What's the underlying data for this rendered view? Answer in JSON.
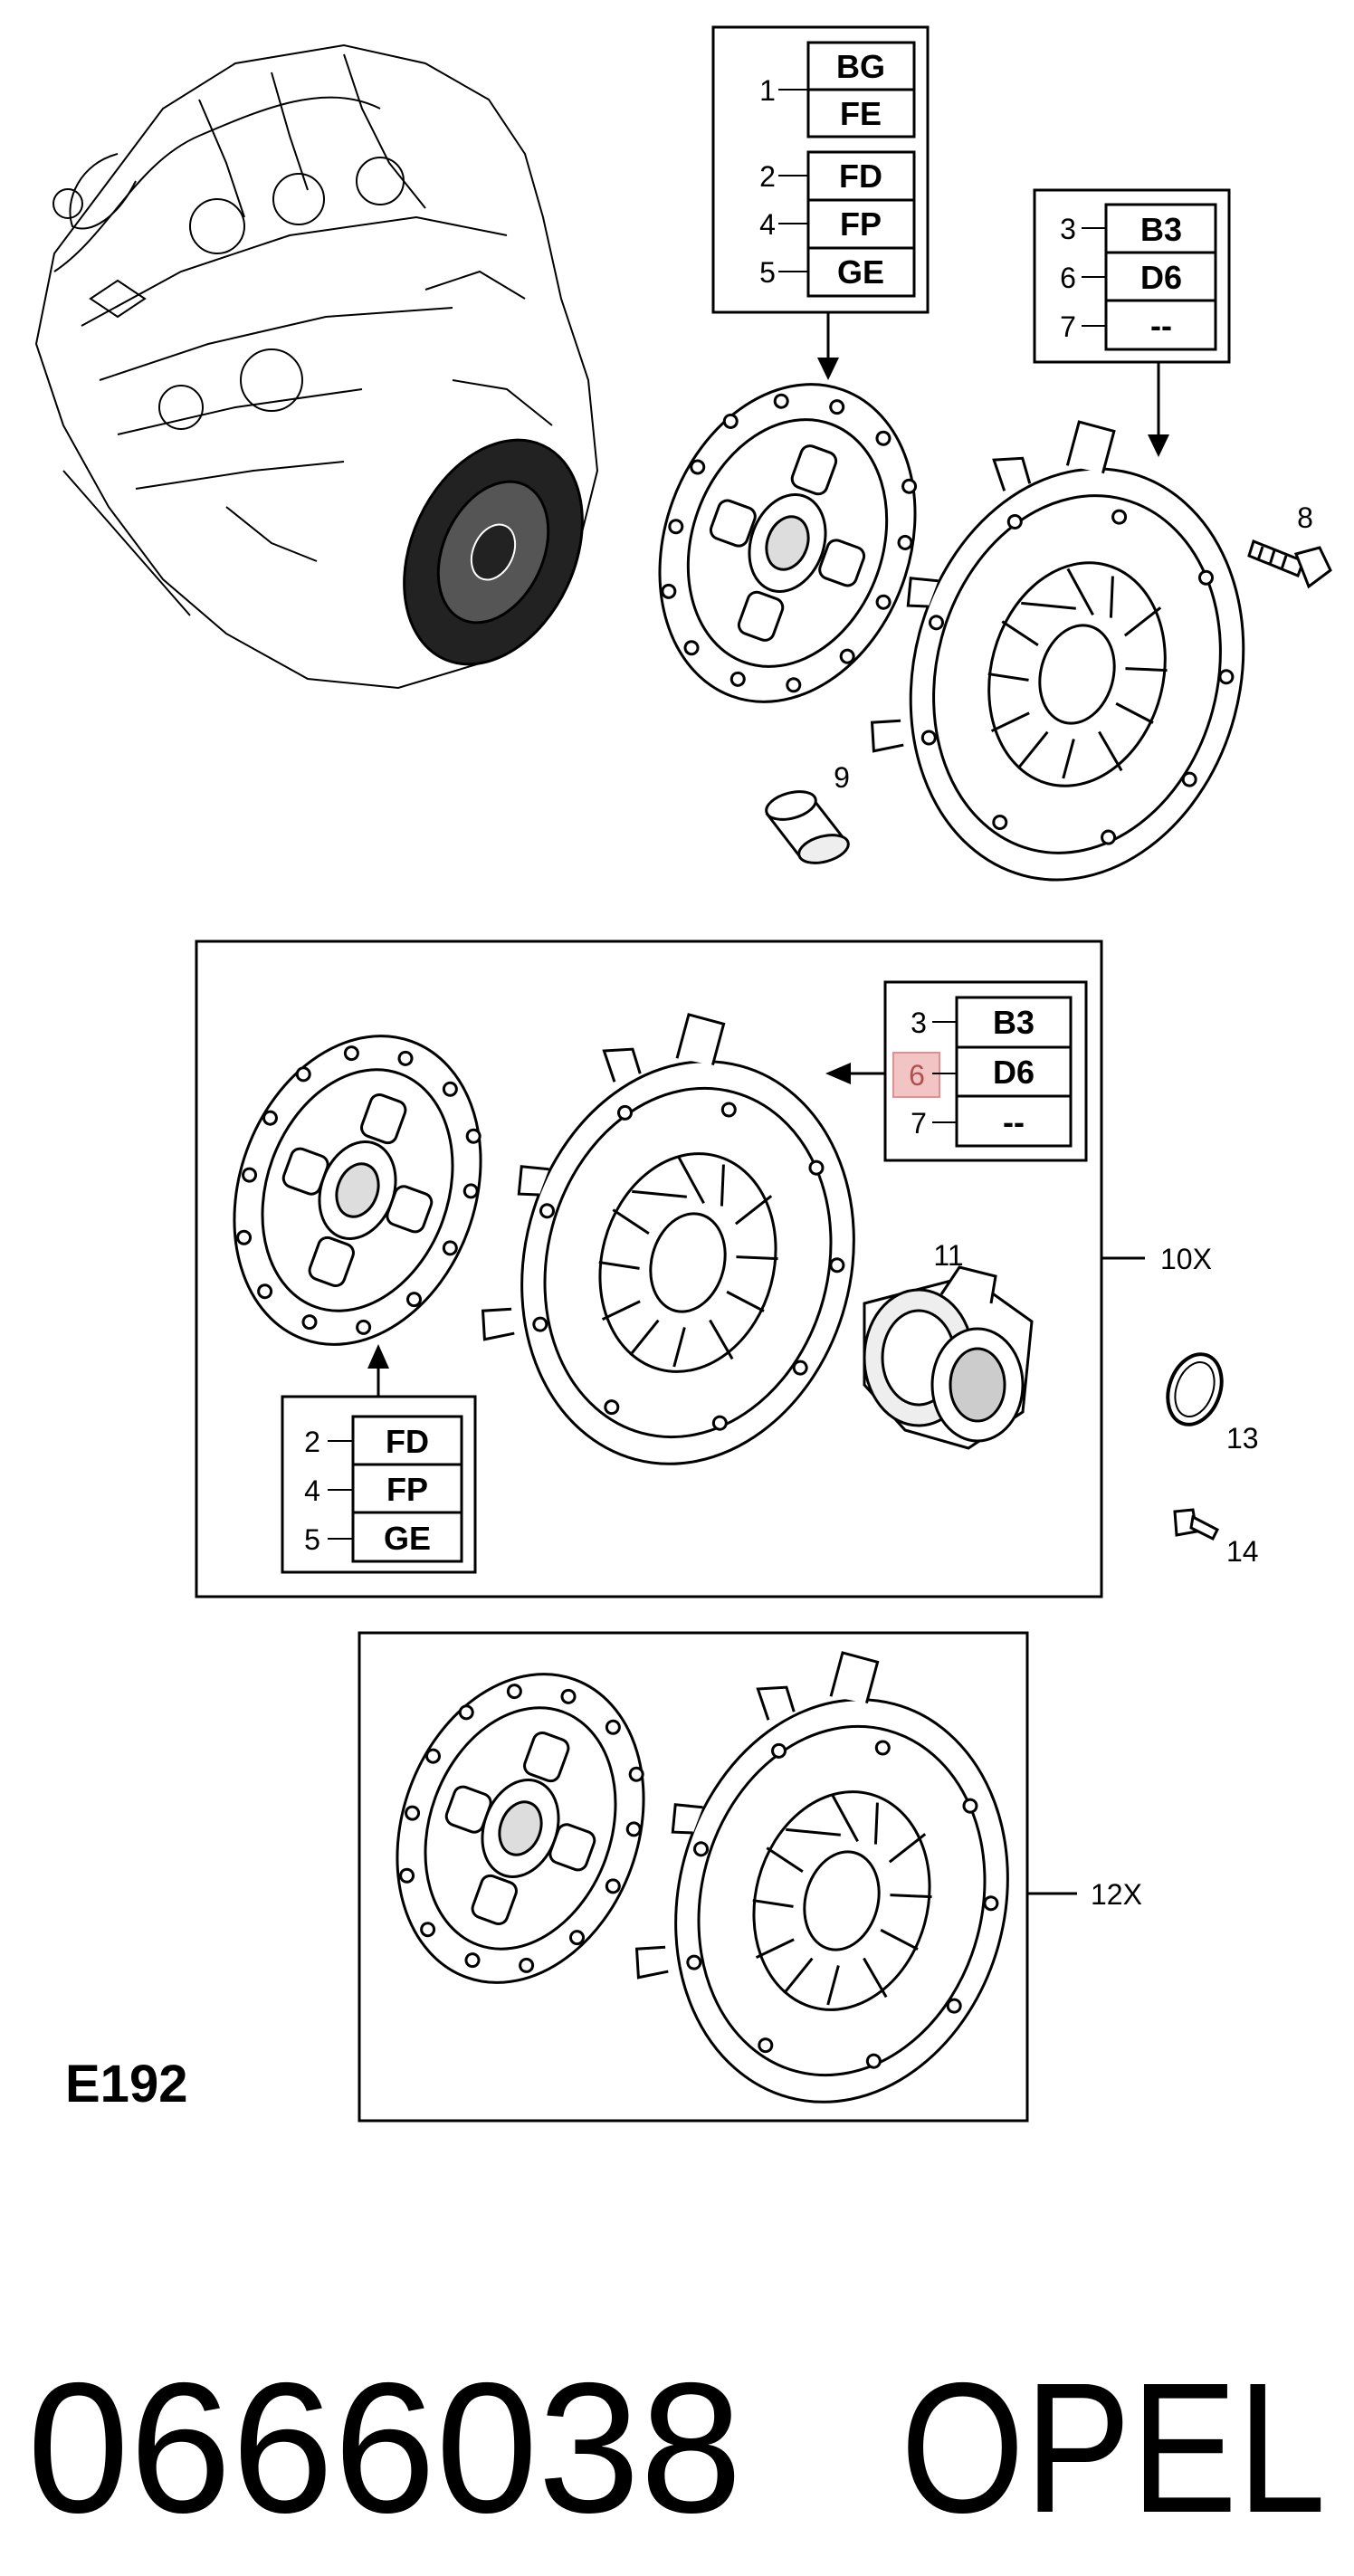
{
  "code_box_top_left": {
    "rows": [
      {
        "n": "1",
        "codes": [
          "BG",
          "FE"
        ]
      },
      {
        "n": "2",
        "code": "FD"
      },
      {
        "n": "4",
        "code": "FP"
      },
      {
        "n": "5",
        "code": "GE"
      }
    ]
  },
  "code_box_top_right": {
    "rows": [
      {
        "n": "3",
        "code": "B3"
      },
      {
        "n": "6",
        "code": "D6"
      },
      {
        "n": "7",
        "code": "--"
      }
    ]
  },
  "code_box_mid_right": {
    "rows": [
      {
        "n": "3",
        "code": "B3"
      },
      {
        "n": "6",
        "code": "D6",
        "highlighted": true
      },
      {
        "n": "7",
        "code": "--"
      }
    ]
  },
  "code_box_mid_left": {
    "rows": [
      {
        "n": "2",
        "code": "FD"
      },
      {
        "n": "4",
        "code": "FP"
      },
      {
        "n": "5",
        "code": "GE"
      }
    ]
  },
  "callouts": {
    "bolt": "8",
    "bushing": "9",
    "kit_a": "10X",
    "bearing": "11",
    "kit_b": "12X",
    "seal_ring": "13",
    "screw": "14"
  },
  "figure_code": "E192",
  "part_number": "0666038",
  "brand": "OPEL",
  "highlight_color": "#f2c4c4"
}
